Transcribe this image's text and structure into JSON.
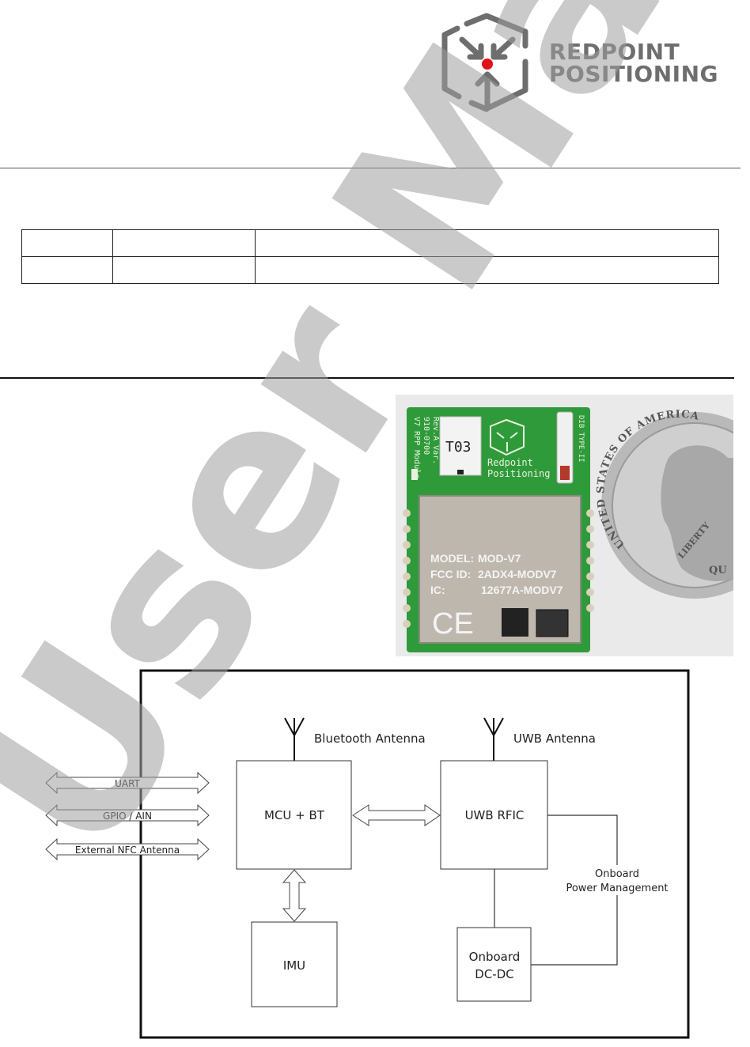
{
  "logo": {
    "line1": "REDPOINT",
    "line2": "POSITIONING",
    "accent_color": "#e0121b",
    "gray_color": "#6e6e6e"
  },
  "revision_table": {
    "rows": [
      [
        "",
        "",
        ""
      ],
      [
        "",
        "",
        ""
      ]
    ]
  },
  "watermark": {
    "text": "User Manual"
  },
  "module_photo": {
    "silkscreen": {
      "side_line1": "V7 RPP Module",
      "side_line2": "910-0700",
      "side_line3": "Rev.A Var.",
      "chip_label": "T03",
      "brand_line1": "Redpoint",
      "brand_line2": "Positioning",
      "antenna_label": "DIB TYPE-II"
    },
    "shield": {
      "model_key": "MODEL:",
      "model_val": "MOD-V7",
      "fcc_key": "FCC ID:",
      "fcc_val": "2ADX4-MODV7",
      "ic_key": "IC:",
      "ic_val": "12677A-MODV7",
      "ce_mark": "CE"
    },
    "coin": {
      "arc_text": "UNITED STATES OF AMERICA",
      "liberty": "LIBERTY",
      "motto_fragment": "QU"
    }
  },
  "block_diagram": {
    "external_interfaces": [
      "UART",
      "GPIO / AIN",
      "External NFC Antenna"
    ],
    "blocks": {
      "mcu": "MCU + BT",
      "uwb": "UWB RFIC",
      "imu": "IMU",
      "dcdc_line1": "Onboard",
      "dcdc_line2": "DC-DC"
    },
    "antennas": {
      "bluetooth": "Bluetooth Antenna",
      "uwb": "UWB Antenna"
    },
    "power_label": {
      "line1": "Onboard",
      "line2": "Power Management"
    }
  }
}
